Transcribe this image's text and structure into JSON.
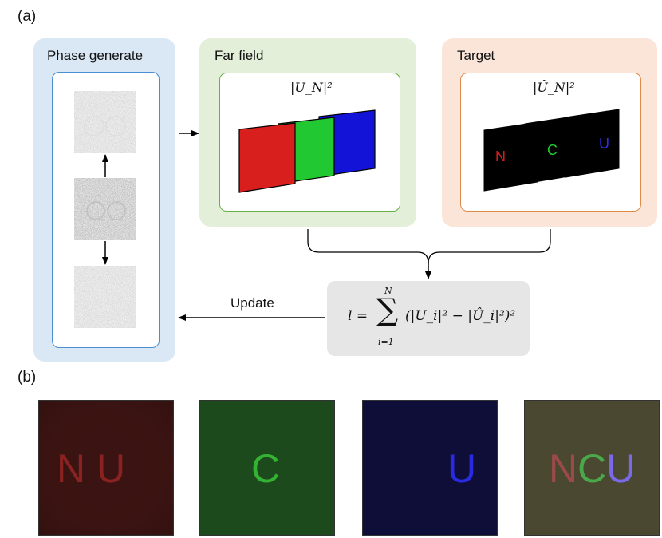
{
  "panel_a_label": "(a)",
  "panel_b_label": "(b)",
  "phase_generate": {
    "title": "Phase generate"
  },
  "far_field": {
    "title": "Far field",
    "formula": "|U_N|²"
  },
  "target": {
    "title": "Target",
    "formula": "|Û_N|²",
    "letters": [
      "N",
      "C",
      "U"
    ]
  },
  "update_label": "Update",
  "loss": {
    "lhs": "l =",
    "sum_upper": "N",
    "sum_lower": "i=1",
    "expression": "(|U_i|² − |Û_i|²)²"
  },
  "results": [
    {
      "label": "red channel result",
      "letters": "N U",
      "color": "#b32020"
    },
    {
      "label": "green channel result",
      "letters": "C",
      "color": "#33b833"
    },
    {
      "label": "blue channel result",
      "letters": "U",
      "color": "#2a2ae0"
    },
    {
      "label": "combined result",
      "letters": "NCU"
    }
  ],
  "colors": {
    "phase_bg": "#dae8f5",
    "far_field_bg": "#e3efd9",
    "target_bg": "#fbe4d8",
    "phase_border": "#4a8fd1",
    "far_field_border": "#6aaf44",
    "target_border": "#e08a4a",
    "red": "#d91e1e",
    "green": "#22c832",
    "blue": "#1313d8"
  }
}
